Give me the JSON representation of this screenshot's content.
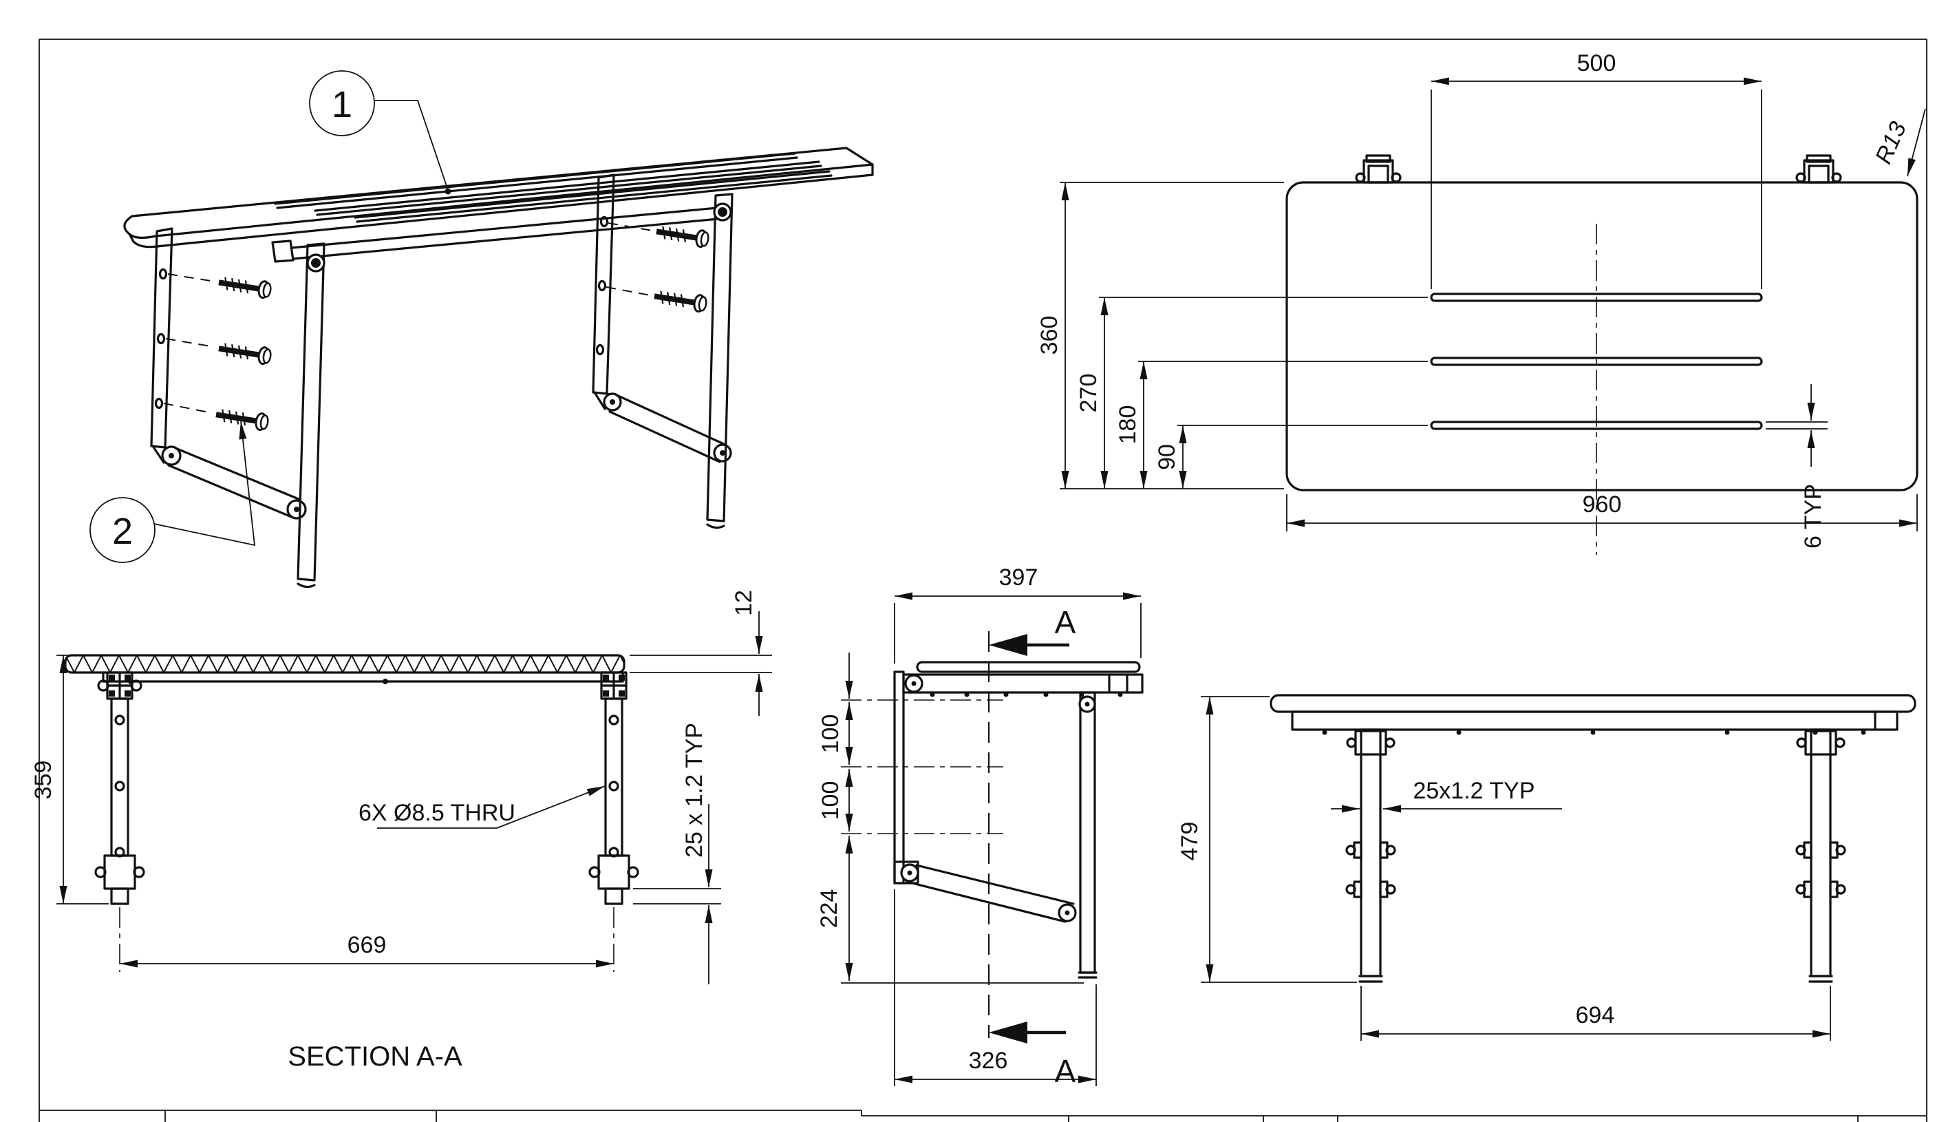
{
  "drawing": {
    "balloons": {
      "item1": "1",
      "item2": "2"
    },
    "top_view": {
      "dim_500": "500",
      "dim_r13": "R13",
      "dim_360": "360",
      "dim_270": "270",
      "dim_180": "180",
      "dim_90": "90",
      "dim_960": "960",
      "dim_6typ": "6 TYP"
    },
    "front_view": {
      "dim_12": "12",
      "dim_359": "359",
      "dim_669": "669",
      "hole_callout": "6X Ø8.5 THRU",
      "tube_callout": "25 x 1.2 TYP",
      "section_label": "SECTION A-A"
    },
    "side_view": {
      "dim_397": "397",
      "dim_100a": "100",
      "dim_100b": "100",
      "dim_224": "224",
      "dim_326": "326",
      "arrow_top": "A",
      "arrow_bottom": "A"
    },
    "back_view": {
      "dim_479": "479",
      "tube_callout": "25x1.2 TYP",
      "dim_694": "694"
    }
  }
}
